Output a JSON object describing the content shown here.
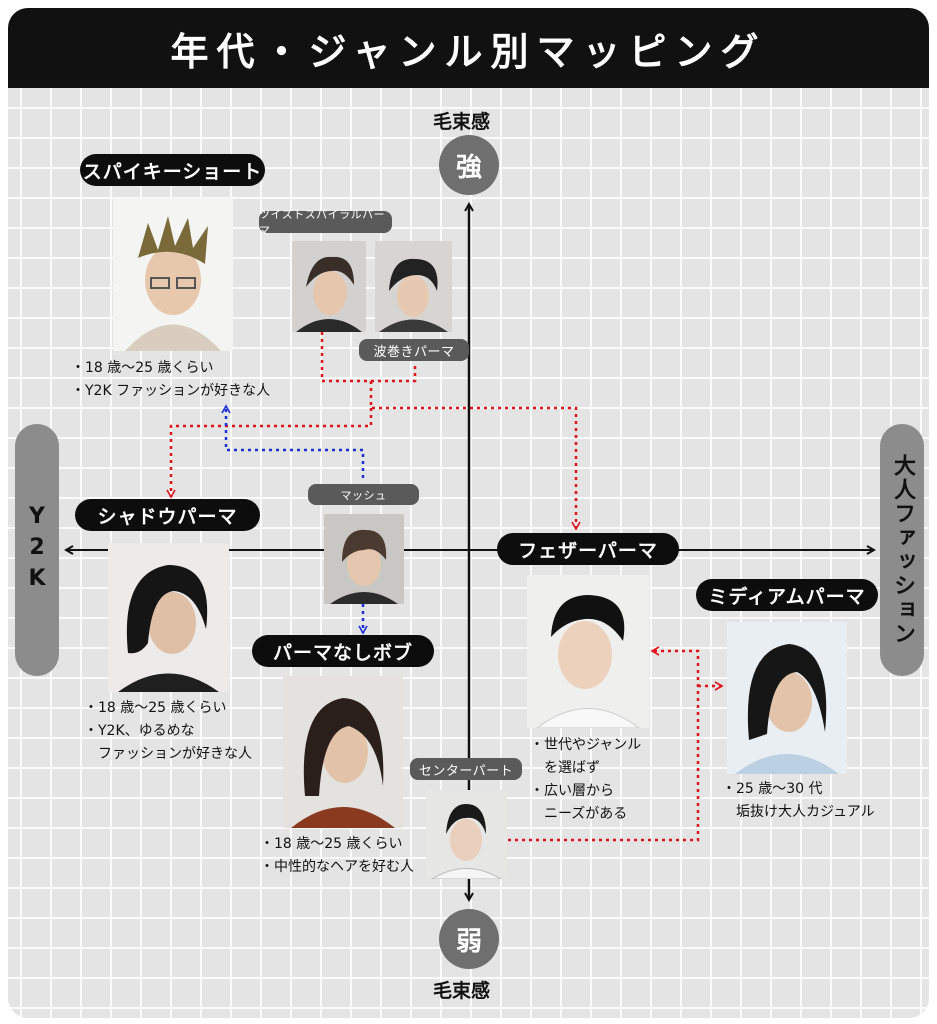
{
  "title": "年代・ジャンル別マッピング",
  "axis": {
    "top_circle": "強",
    "top_label": "毛束感",
    "bottom_circle": "弱",
    "bottom_label": "毛束感",
    "left_label": "Y2K",
    "right_label": "大人ファッション"
  },
  "styles": {
    "spiky": {
      "name": "スパイキーショート",
      "desc": [
        "・18 歳〜25 歳くらい",
        "・Y2K ファッションが好きな人"
      ]
    },
    "twist": {
      "name": "ツイストスパイラルパーマ"
    },
    "wave": {
      "name": "波巻きパーマ"
    },
    "mash": {
      "name": "マッシュ"
    },
    "shadow": {
      "name": "シャドウパーマ",
      "desc": [
        "・18 歳〜25 歳くらい",
        "・Y2K、ゆるめな",
        "　ファッションが好きな人"
      ]
    },
    "bob": {
      "name": "パーマなしボブ",
      "desc": [
        "・18 歳〜25 歳くらい",
        "・中性的なヘアを好む人"
      ]
    },
    "feather": {
      "name": "フェザーパーマ",
      "desc": [
        "・世代やジャンル",
        "　を選ばず",
        "・広い層から",
        "　ニーズがある"
      ]
    },
    "medium": {
      "name": "ミディアムパーマ",
      "desc": [
        "・25 歳〜30 代",
        "　垢抜け大人カジュアル"
      ]
    },
    "center": {
      "name": "センターパート"
    }
  },
  "colors": {
    "red_connector": "#e0121c",
    "blue_connector": "#1a2fd6",
    "pill": "#0d0d0d",
    "tag": "#5a5a5a",
    "side": "#8c8c8c",
    "circle": "#6f6f6f"
  },
  "photo_icons": [
    "person-photo"
  ]
}
